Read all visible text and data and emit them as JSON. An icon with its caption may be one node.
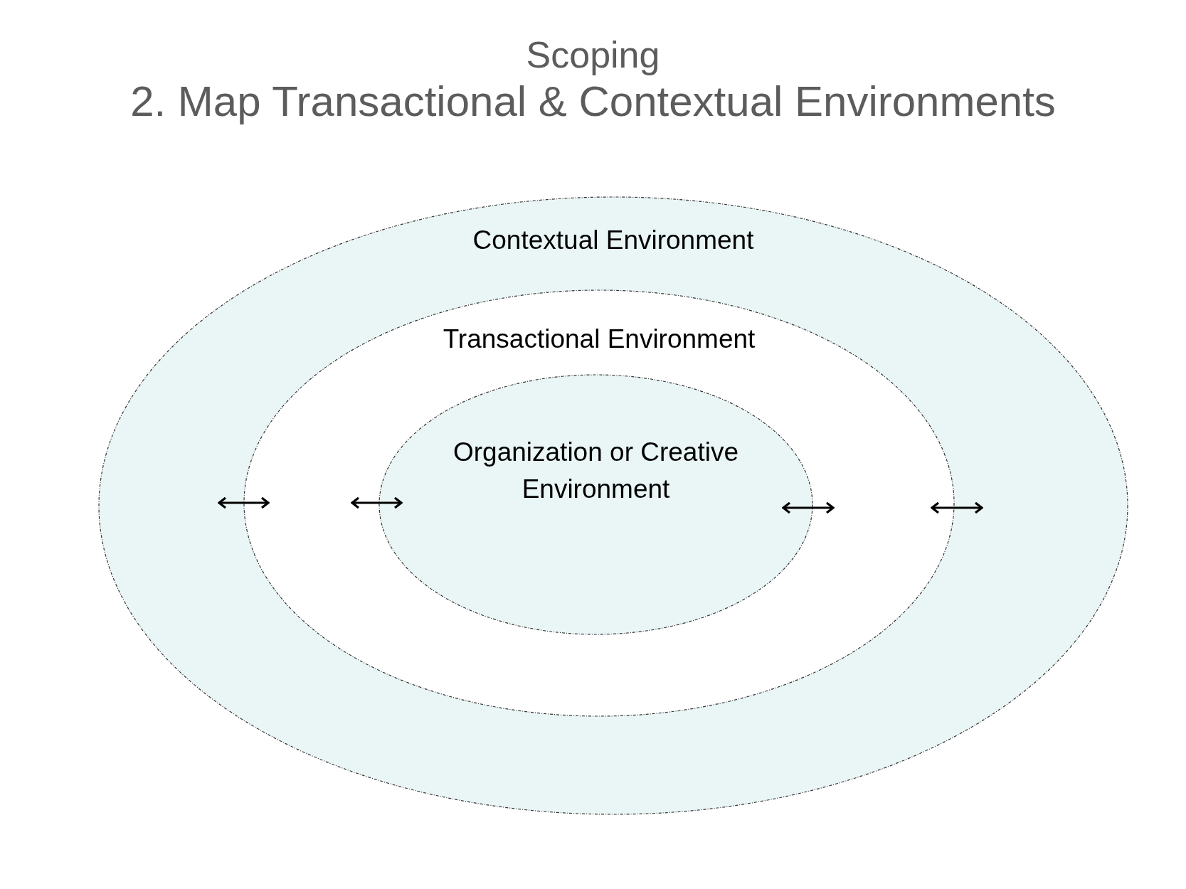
{
  "diagram": {
    "title": "Scoping 2. Map Transactional & Contextual Environments",
    "nodes": [
      {
        "text": [
          "Contextual Environment"
        ]
      },
      {
        "text": [
          "Transactional Environment"
        ],
        "in": 0
      },
      {
        "text": [
          "Organization or Creative Environment"
        ],
        "in": 1
      }
    ]
  }
}
